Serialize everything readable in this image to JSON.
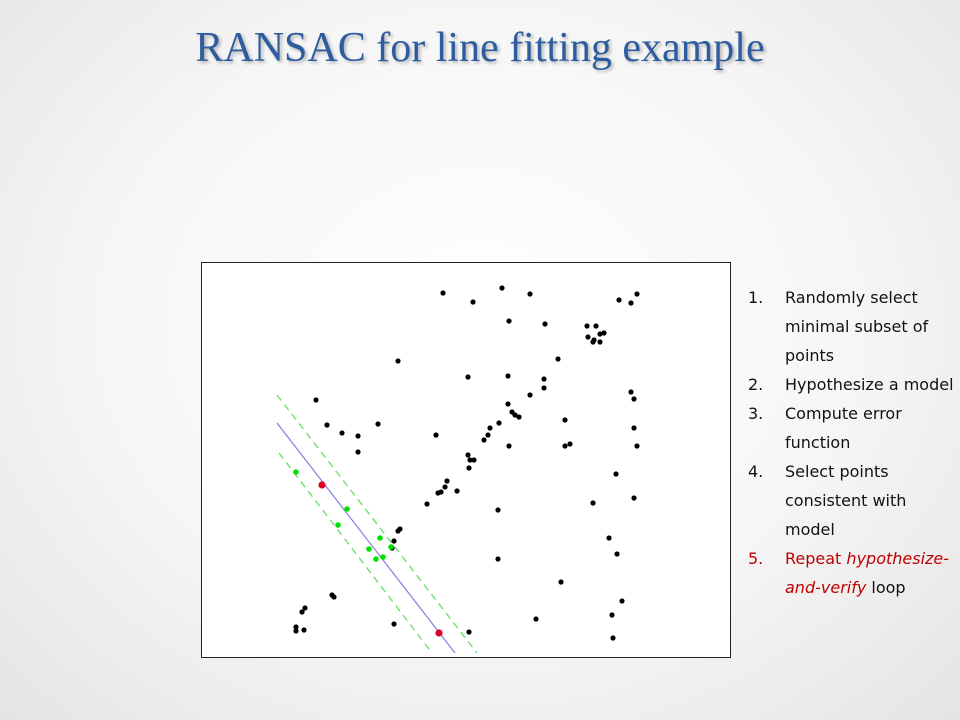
{
  "title": "RANSAC for line fitting example",
  "colors": {
    "title": "#2d5d9f",
    "outlier": "#000000",
    "inlier": "#00e000",
    "sample": "#e0002a",
    "model_line": "#8080e0",
    "threshold_line": "#66dd66",
    "highlight_step": "#c00000"
  },
  "steps": [
    {
      "num": "1.",
      "text": "Randomly select minimal subset of points"
    },
    {
      "num": "2.",
      "text": "Hypothesize a model"
    },
    {
      "num": "3.",
      "text": "Compute error function"
    },
    {
      "num": "4.",
      "text": "Select points consistent with model"
    },
    {
      "num": "5.",
      "text_prefix": "Repeat",
      "text_italic": "hypothesize-and-verify",
      "text_suffix": "loop"
    }
  ]
}
